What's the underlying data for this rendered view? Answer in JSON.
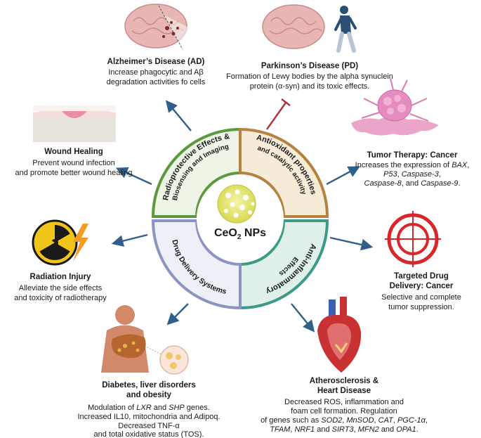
{
  "center": {
    "label_main": "CeO",
    "label_sub": "2",
    "label_suffix": " NPs"
  },
  "ring": {
    "segments": [
      {
        "id": "radioprotective",
        "line1": "Radioprotective Effects &",
        "line2": "Biosensing and Imaging",
        "color": "#5b9a3c",
        "fill": "#eef5e6"
      },
      {
        "id": "antioxidant",
        "line1": "Antioxidant properties",
        "line2": "and catalytic activity",
        "color": "#b5833f",
        "fill": "#f7ecd8"
      },
      {
        "id": "antiinflammatory",
        "line1": "Anti-Inflammatory",
        "line2": "Effects",
        "color": "#3d9a86",
        "fill": "#dff1ea"
      },
      {
        "id": "drugdelivery",
        "line1": "Drug Delivery Systems",
        "line2": "",
        "color": "#8b94c2",
        "fill": "#eef0f8"
      }
    ]
  },
  "outcomes": {
    "alzheimers": {
      "title": "Alzheimer’s Disease (AD)",
      "desc1": "Increase phagocytic and Aβ",
      "desc2": "degradation activities fo cells"
    },
    "parkinsons": {
      "title": "Parkinson’s Disease (PD)",
      "desc1": "Formation of Lewy bodies by the alpha synuclein",
      "desc2": "protein (α-syn) and its toxic effects."
    },
    "wound": {
      "title": "Wound Healing",
      "desc1": "Prevent wound infection",
      "desc2": "and promote better wound healing"
    },
    "tumor": {
      "title": "Tumor Therapy: Cancer",
      "desc1a": "Increases the expression of ",
      "desc1b": "BAX",
      "desc1c": ",",
      "desc2a": "P53",
      "desc2b": ", ",
      "desc2c": "Caspase-3",
      "desc2d": ",",
      "desc3a": "Caspase-8",
      "desc3b": ", and ",
      "desc3c": "Caspase-9",
      "desc3d": "."
    },
    "radiation": {
      "title": "Radiation Injury",
      "desc1": "Alleviate the side effects",
      "desc2": "and toxicity of radiotherapy"
    },
    "targeted": {
      "title1": "Targeted Drug",
      "title2": "Delivery: Cancer",
      "desc1": "Selective and complete",
      "desc2": "tumor suppression."
    },
    "diabetes": {
      "title1": "Diabetes, liver disorders",
      "title2": "and obesity",
      "desc1a": "Modulation of ",
      "desc1b": "LXR",
      "desc1c": " and ",
      "desc1d": "SHP",
      "desc1e": " genes.",
      "desc2": "Increased IL10, mitochondria and Adipoq.",
      "desc3": "Decreased TNF-α",
      "desc4": "and total oxidative status (TOS)."
    },
    "athero": {
      "title1": "Atherosclerosis &",
      "title2": "Heart Disease",
      "desc1": "Decreased ROS, inflammation and",
      "desc2": "foam cell formation. Regulation",
      "desc3a": "of genes such as ",
      "desc3b": "SOD2",
      "desc3c": ", ",
      "desc3d": "MnSOD",
      "desc3e": ", ",
      "desc3f": "CAT",
      "desc3g": ", ",
      "desc3h": "PGC-1α",
      "desc3i": ",",
      "desc4a": "TFAM",
      "desc4b": ", ",
      "desc4c": "NRF1",
      "desc4d": " and ",
      "desc4e": "SIRT3",
      "desc4f": ", ",
      "desc4g": "MFN2",
      "desc4h": " and ",
      "desc4i": "OPA1",
      "desc4j": "."
    }
  },
  "colors": {
    "arrow": "#2f5f8a",
    "inhibit": "#a8323d",
    "text": "#1a1a1a",
    "np": "#e8ea7a"
  },
  "icons": [
    "brain-amyloid-icon",
    "brain-walking-person-icon",
    "skin-wound-icon",
    "tumor-cell-icon",
    "radiation-hazard-icon",
    "target-crosshair-icon",
    "liver-person-icon",
    "heart-icon",
    "nanoparticle-icon"
  ]
}
